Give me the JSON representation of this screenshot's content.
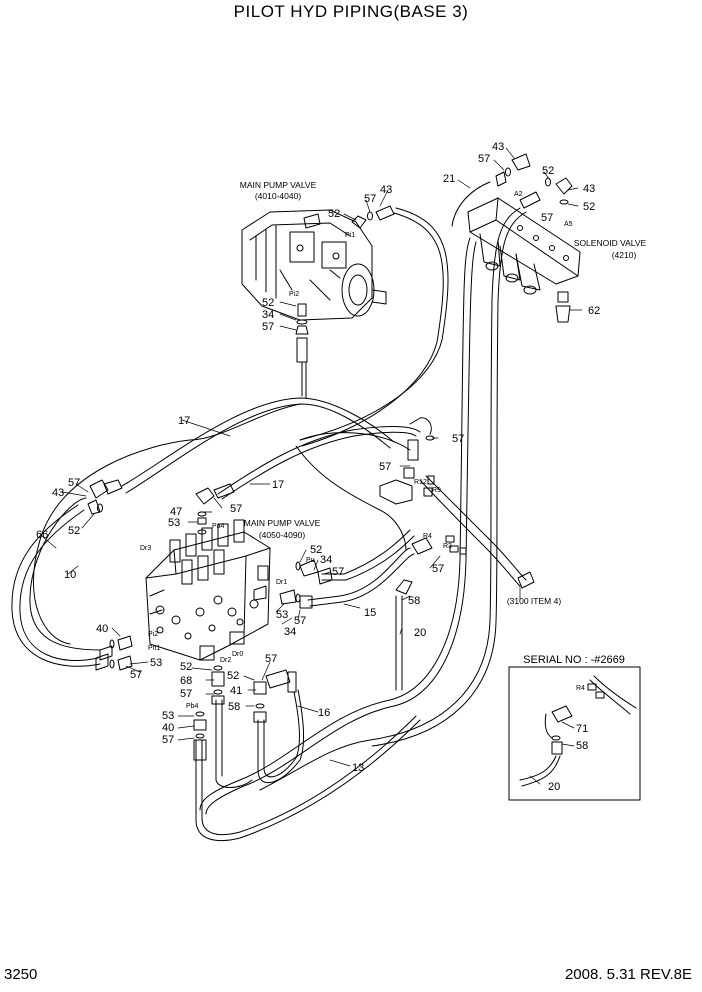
{
  "title": "PILOT HYD PIPING(BASE 3)",
  "page_number": "3250",
  "date_revision": "2008. 5.31  REV.8E",
  "captions": {
    "main_pump_valve_upper_name": "MAIN PUMP VALVE",
    "main_pump_valve_upper_ref": "(4010-4040)",
    "main_pump_valve_lower_name": "MAIN PUMP VALVE",
    "main_pump_valve_lower_ref": "(4050-4090)",
    "solenoid_valve_name": "SOLENOID VALVE",
    "solenoid_valve_ref": "(4210)",
    "item_3100_ref": "(3100 ITEM 4)",
    "serial_no": "SERIAL NO : -#2669"
  },
  "port_labels": {
    "pi1": "Pi1",
    "pi2": "Pi2",
    "a2": "A2",
    "a5": "A5",
    "r12": "R12",
    "r9": "R9",
    "r4": "R4",
    "r3": "R3",
    "dr3": "Dr3",
    "pa4": "Pa4",
    "pu": "Pu",
    "dr1": "Dr1",
    "pi2b": "Pi2",
    "pn1": "Pn1",
    "dr0": "Dr0",
    "dr2": "Dr2",
    "pb4": "Pb4",
    "r4b": "R4"
  },
  "part_labels": {
    "p43a": "43",
    "p57a": "57",
    "p52a": "52",
    "p43b": "43",
    "p52b": "52",
    "p57b": "57",
    "p21": "21",
    "p43c": "43",
    "p57c": "57",
    "p52c": "52",
    "p52d": "52",
    "p34a": "34",
    "p57d": "57",
    "p62": "62",
    "p17a": "17",
    "p57e": "57",
    "p57f": "57",
    "p17b": "17",
    "p57g": "57",
    "p43d": "43",
    "p52e": "52",
    "p47": "47",
    "p53a": "53",
    "p57h": "57",
    "p66": "66",
    "p10": "10",
    "p52f": "52",
    "p34b": "34",
    "p57i": "57",
    "p57j": "57",
    "p15": "15",
    "p58a": "58",
    "p53b": "53",
    "p34c": "34",
    "p57k": "57",
    "p40a": "40",
    "p20a": "20",
    "p53c": "53",
    "p57l": "57",
    "p52g": "52",
    "p68": "68",
    "p52h": "52",
    "p57m": "57",
    "p41": "41",
    "p57n": "57",
    "p58b": "58",
    "p16": "16",
    "p53d": "53",
    "p40b": "40",
    "p57o": "57",
    "p13": "13",
    "p71": "71",
    "p58c": "58",
    "p20b": "20"
  }
}
